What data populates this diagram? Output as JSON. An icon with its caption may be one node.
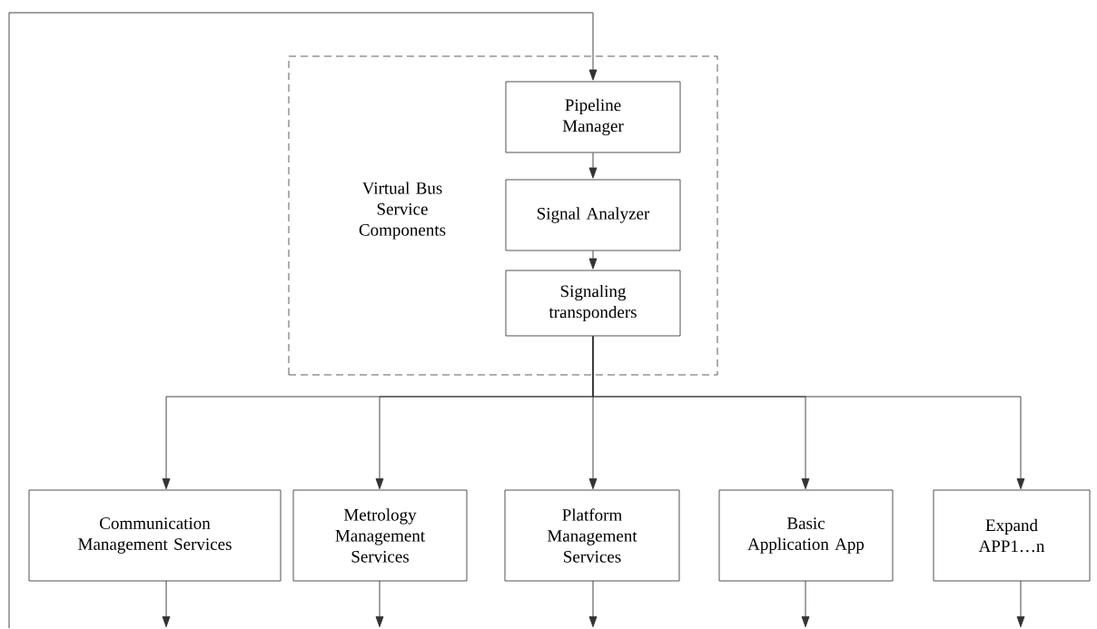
{
  "diagram": {
    "nodes": [
      {
        "text": [
          "Virtual Bus Service Components"
        ]
      },
      {
        "text": [
          "Pipeline Manager"
        ],
        "in": 0
      },
      {
        "text": [
          "Signal Analyzer"
        ],
        "in": 0
      },
      {
        "text": [
          "Signaling transponders"
        ],
        "in": 0
      },
      {
        "text": [
          "Communication Management Services"
        ]
      },
      {
        "text": [
          "Metrology Management Services"
        ]
      },
      {
        "text": [
          "Platform Management Services"
        ]
      },
      {
        "text": [
          "Basic Application App"
        ]
      },
      {
        "text": [
          "Expand APP1…n"
        ]
      }
    ],
    "edges": [
      {
        "from": null,
        "to": 1,
        "arrow": "to"
      },
      {
        "from": 1,
        "to": 2,
        "arrow": "to"
      },
      {
        "from": 2,
        "to": 3,
        "arrow": "to"
      },
      {
        "from": 3,
        "to": 4,
        "arrow": "to"
      },
      {
        "from": 3,
        "to": 5,
        "arrow": "to"
      },
      {
        "from": 3,
        "to": 6,
        "arrow": "to"
      },
      {
        "from": 3,
        "to": 7,
        "arrow": "to"
      },
      {
        "from": 3,
        "to": 8,
        "arrow": "to"
      },
      {
        "from": 4,
        "to": null,
        "arrow": "to"
      },
      {
        "from": 5,
        "to": null,
        "arrow": "to"
      },
      {
        "from": 6,
        "to": null,
        "arrow": "to"
      },
      {
        "from": 7,
        "to": null,
        "arrow": "to"
      },
      {
        "from": 8,
        "to": null,
        "arrow": "to"
      }
    ]
  }
}
